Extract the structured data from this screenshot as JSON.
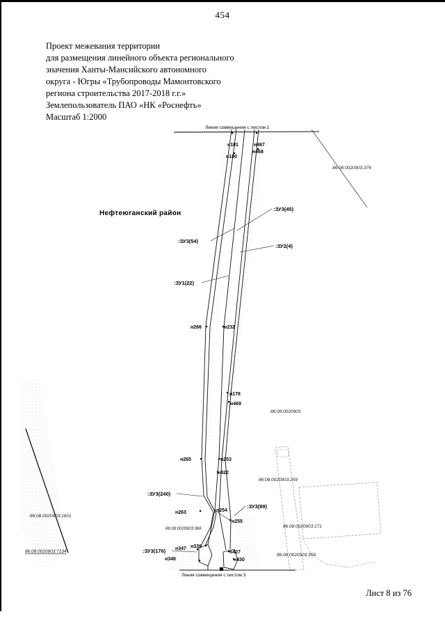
{
  "page": {
    "number": "454",
    "footer": "Лист 8 из 76"
  },
  "header": {
    "lines": [
      "Проект межевания территории",
      "для размещения линейного объекта регионального",
      "значения Ханты-Мансийского автономного",
      "округа - Югры «Трубопроводы Мамонтовского",
      "региона строительства 2017-2018 г.г.»",
      "Землепользователь ПАО «НК «Роснефть»",
      "Масштаб 1:2000"
    ]
  },
  "map": {
    "district": "Нефтеюганский район",
    "match_line_top": "Линия совмещения с листом 1",
    "match_line_bottom": "Линия совмещения с листом 3",
    "points": {
      "n181": "н181",
      "n180": "н180",
      "n467": "н467",
      "n468": "н468",
      "n266": "н266",
      "n232": "н232",
      "n178": "н178",
      "n469": "н469",
      "n265": "н265",
      "n253": "н253",
      "n422": "н422",
      "n263": "н263",
      "n254": "н254",
      "n255": "н255",
      "n347": "н347",
      "n339": "н339",
      "n427": "н427",
      "n430": "н430",
      "n346": "н346"
    },
    "parcels": {
      "zu3_45": ":ЗУ3(45)",
      "zu3_54": ":ЗУ3(54)",
      "zu2_4": ":ЗУ2(4)",
      "zu1_22": ":ЗУ1(22)",
      "zu3_240": ":ЗУ3(240)",
      "zu3_89": ":ЗУ3(89)",
      "zu3_176": ":ЗУ3(176)"
    },
    "cadastral": {
      "c376": "86:08:0020903:376",
      "c903": "86:08:0020903",
      "c259": "86:08:0020903:259",
      "c366": "86:08:0020903:366",
      "c171": "86:08:0020903:171",
      "c359": "86:08:0020903:359",
      "c1601": "86:08:0020903:1601",
      "c7134": "86:08:0020903:7134"
    }
  }
}
